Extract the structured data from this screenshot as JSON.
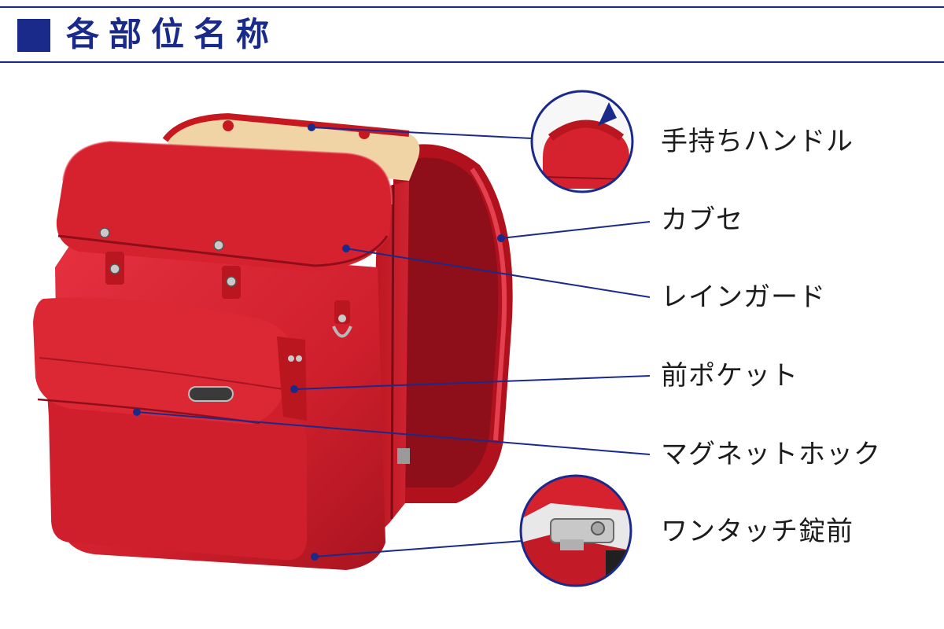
{
  "header": {
    "title": "各部位名称"
  },
  "labels": [
    {
      "name": "handle-label",
      "text": "手持ちハンドル"
    },
    {
      "name": "kabuse-label",
      "text": "カブセ"
    },
    {
      "name": "rain-guard-label",
      "text": "レインガード"
    },
    {
      "name": "front-pocket-label",
      "text": "前ポケット"
    },
    {
      "name": "magnet-hook-label",
      "text": "マグネットホック"
    },
    {
      "name": "one-touch-lock-label",
      "text": "ワンタッチ錠前"
    }
  ],
  "colors": {
    "accent": "#1a2a8a",
    "bag_red": "#d0212e",
    "bag_dark_red": "#8e0f1a",
    "handle_beige": "#f0d4a6",
    "label_text": "#1c1c1c"
  }
}
